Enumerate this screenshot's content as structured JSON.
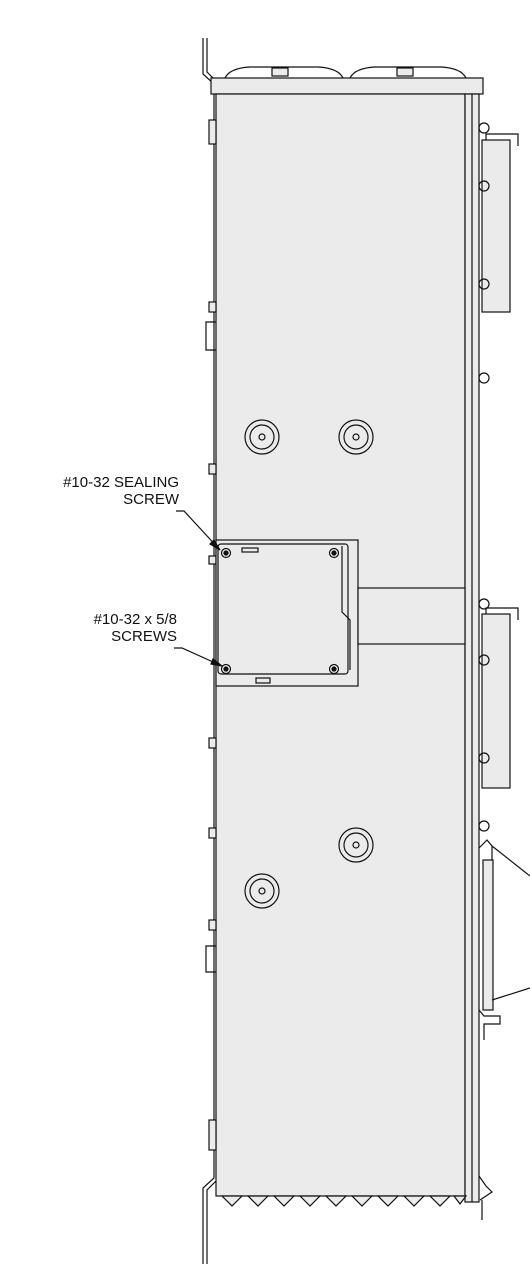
{
  "callouts": {
    "sealing_screw": {
      "line1": "#10-32 SEALING",
      "line2": "SCREW"
    },
    "mount_screws": {
      "line1": "#10-32 x 5/8",
      "line2": "SCREWS"
    }
  },
  "colors": {
    "enclosure_fill": "#ebebeb",
    "stroke": "#111111",
    "background": "#ffffff"
  }
}
